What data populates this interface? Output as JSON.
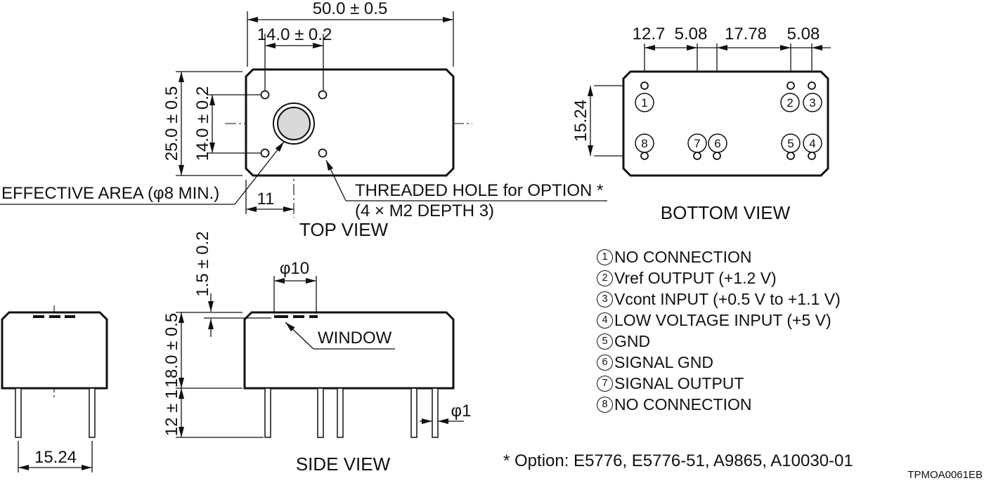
{
  "top_view": {
    "label": "TOP VIEW",
    "dim_width": "50.0 ± 0.5",
    "dim_hole_x": "14.0 ± 0.2",
    "dim_height": "25.0 ± 0.5",
    "dim_hole_y": "14.0 ± 0.2",
    "dim_offset": "11",
    "effective_area": "EFFECTIVE AREA (φ8 MIN.)",
    "threaded_hole_line1": "THREADED HOLE for OPTION *",
    "threaded_hole_line2": "(4 × M2 DEPTH 3)"
  },
  "bottom_view": {
    "label": "BOTTOM VIEW",
    "dim_1": "12.7",
    "dim_2": "5.08",
    "dim_3": "17.78",
    "dim_4": "5.08",
    "dim_rows": "15.24",
    "pin_numbers": [
      "1",
      "2",
      "3",
      "4",
      "5",
      "6",
      "7",
      "8"
    ]
  },
  "side_view": {
    "label": "SIDE VIEW",
    "dim_window_dia": "φ10",
    "dim_window_depth": "1.5 ± 0.2",
    "dim_body_height": "18.0 ± 0.5",
    "dim_pin_length": "12 ± 1",
    "dim_pin_dia": "φ1",
    "window_label": "WINDOW"
  },
  "front_view": {
    "dim_pin_spacing": "15.24"
  },
  "pin_list": [
    {
      "num": "1",
      "desc": "NO CONNECTION"
    },
    {
      "num": "2",
      "desc": "Vref OUTPUT (+1.2 V)"
    },
    {
      "num": "3",
      "desc": "Vcont INPUT (+0.5 V to +1.1 V)"
    },
    {
      "num": "4",
      "desc": "LOW VOLTAGE INPUT (+5 V)"
    },
    {
      "num": "5",
      "desc": "GND"
    },
    {
      "num": "6",
      "desc": "SIGNAL GND"
    },
    {
      "num": "7",
      "desc": "SIGNAL OUTPUT"
    },
    {
      "num": "8",
      "desc": "NO CONNECTION"
    }
  ],
  "footer": {
    "option_note": "* Option: E5776, E5776-51, A9865, A10030-01",
    "drawing_code": "TPMOA0061EB"
  },
  "colors": {
    "line": "#111111",
    "effective_area_fill": "#d9d9d9",
    "background": "#ffffff"
  }
}
